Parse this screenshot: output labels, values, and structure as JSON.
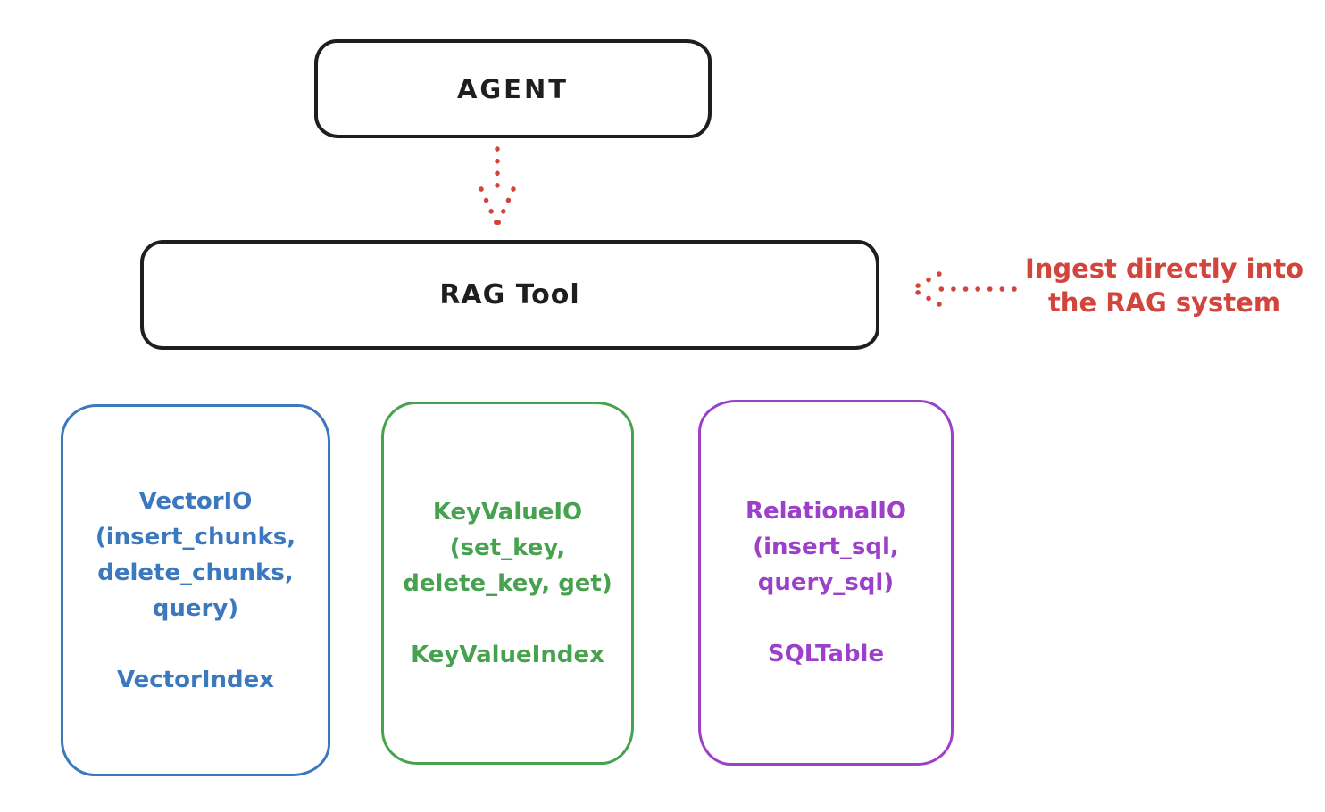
{
  "agent": {
    "label": "AGENT"
  },
  "rag_tool": {
    "label": "RAG Tool"
  },
  "ingest_note": {
    "lines": [
      "Ingest directly into",
      "the RAG system"
    ],
    "color": "#d2453c"
  },
  "arrows": [
    {
      "name": "agent-to-rag-tool",
      "style": "dotted",
      "direction": "down",
      "color": "#d2453c"
    },
    {
      "name": "ingest-into-rag-tool",
      "style": "dotted",
      "direction": "left",
      "color": "#d2453c"
    }
  ],
  "backends": [
    {
      "id": "vector-io",
      "color": "#3b78bd",
      "lines": [
        "VectorIO",
        "(insert_chunks,",
        "delete_chunks,",
        "query)"
      ],
      "index_label": "VectorIndex"
    },
    {
      "id": "keyvalue-io",
      "color": "#46a24f",
      "lines": [
        "KeyValueIO",
        "(set_key,",
        "delete_key, get)"
      ],
      "index_label": "KeyValueIndex"
    },
    {
      "id": "relational-io",
      "color": "#9c40ca",
      "lines": [
        "RelationalIO",
        "(insert_sql,",
        "query_sql)"
      ],
      "index_label": "SQLTable"
    }
  ],
  "colors": {
    "stroke_black": "#1e1e1e",
    "annotation_red": "#d2453c",
    "vector_blue": "#3b78bd",
    "keyvalue_green": "#46a24f",
    "relational_purple": "#9c40ca",
    "background": "#ffffff"
  }
}
